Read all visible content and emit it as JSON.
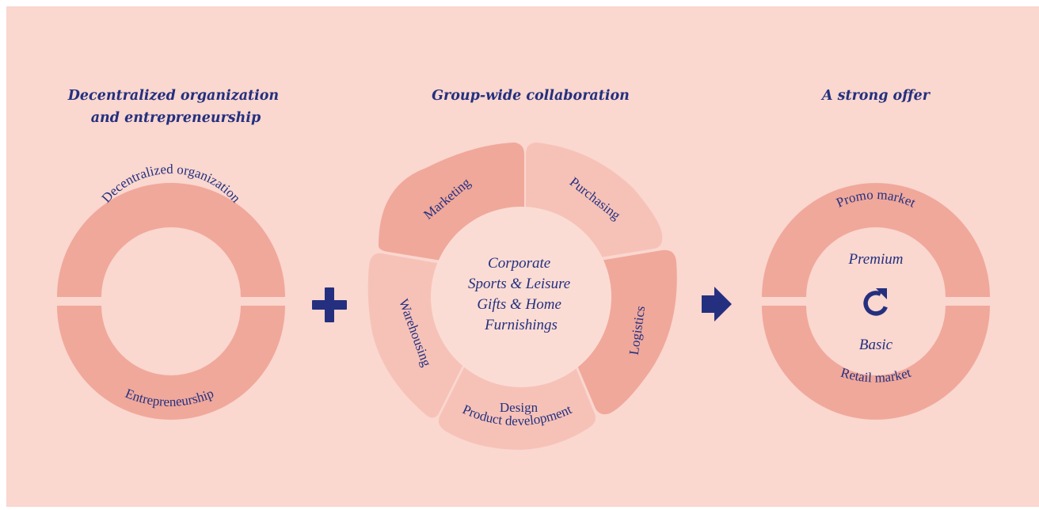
{
  "colors": {
    "background": "#fad7cf",
    "ring_dark": "#f0a89b",
    "ring_light": "#f6c2b8",
    "center_fill": "#fbdcd4",
    "ink": "#24307f"
  },
  "sections": {
    "left": {
      "title_lines": [
        "Decentralized organization",
        "and entrepreneurship"
      ],
      "top_label": "Decentralized organization",
      "bottom_label": "Entrepreneurship"
    },
    "middle": {
      "title": "Group-wide collaboration",
      "segments": {
        "marketing": "Marketing",
        "purchasing": "Purchasing",
        "logistics": "Logistics",
        "design_line1": "Design",
        "design_line2": "Product development",
        "warehousing": "Warehousing"
      },
      "center_lines": [
        "Corporate",
        "Sports & Leisure",
        "Gifts & Home",
        "Furnishings"
      ]
    },
    "right": {
      "title": "A strong offer",
      "top_label": "Promo market",
      "bottom_label": "Retail market",
      "inner_top": "Premium",
      "inner_bottom": "Basic"
    }
  },
  "icons": {
    "plus": "plus-icon",
    "arrow": "arrow-right-icon",
    "cycle": "refresh-cycle-icon"
  }
}
